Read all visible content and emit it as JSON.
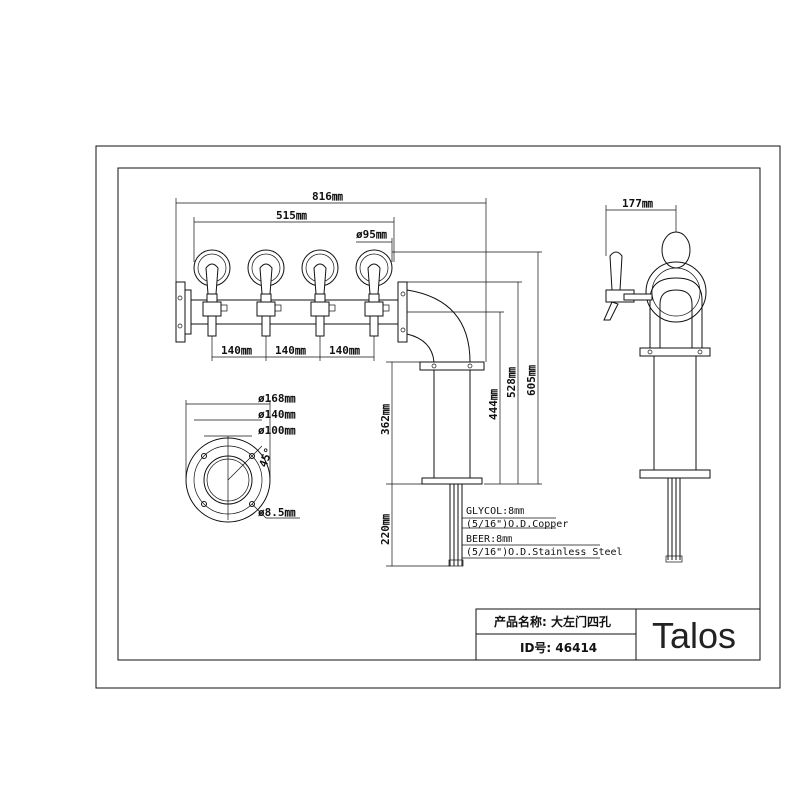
{
  "dimensions": {
    "overall_width": "816㎜",
    "flange_span": "515㎜",
    "medallion_dia": "ø95㎜",
    "tap_pitch": [
      "140㎜",
      "140㎜",
      "140㎜"
    ],
    "height_362": "362㎜",
    "height_444": "444㎜",
    "height_528": "528㎜",
    "height_605": "605㎜",
    "tube_220": "220㎜",
    "depth_177": "177㎜"
  },
  "base_plate": {
    "outer": "ø168㎜",
    "bolt_circle": "ø140㎜",
    "inner": "ø100㎜",
    "angle": "45°",
    "hole": "ø8.5㎜"
  },
  "tubing_notes": {
    "glycol_line1": "GLYCOL:8㎜",
    "glycol_line2": "(5/16\")O.D.Copper",
    "beer_line1": "BEER:8㎜",
    "beer_line2": "(5/16\")O.D.Stainless Steel"
  },
  "title_block": {
    "product_name": "产品名称: 大左门四孔",
    "product_id": "ID号: 46414",
    "logo": "Talos"
  }
}
